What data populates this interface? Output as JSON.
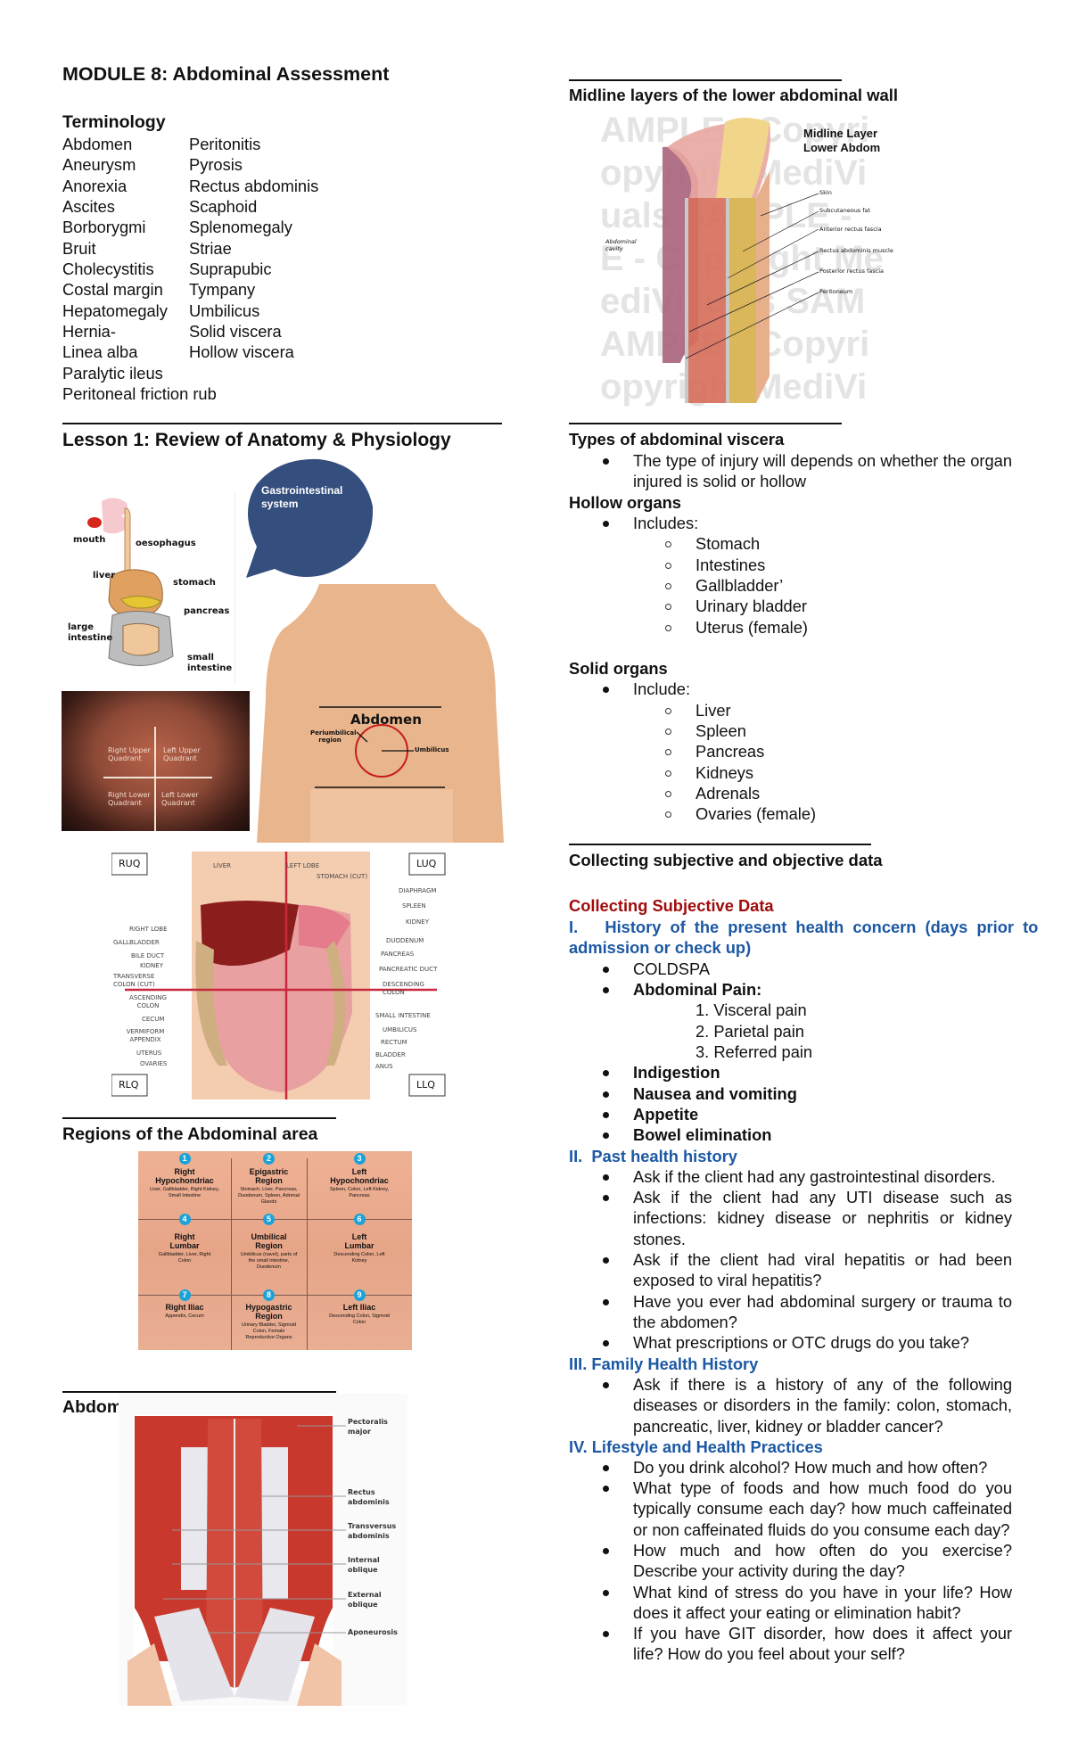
{
  "document": {
    "title": "MODULE 8: Abdominal Assessment",
    "terminology": {
      "heading": "Terminology",
      "col1": [
        "Abdomen",
        "Aneurysm",
        "Anorexia",
        "Ascites",
        "Borborygmi",
        "Bruit",
        "Cholecystitis",
        "Costal margin",
        "Hepatomegaly",
        "Hernia-",
        "Linea alba",
        "Paralytic ileus",
        "Peritoneal friction rub"
      ],
      "col2": [
        "Peritonitis",
        "Pyrosis",
        "Rectus abdominis",
        "Scaphoid",
        "Splenomegaly",
        "Striae",
        "Suprapubic",
        "Tympany",
        "Umbilicus",
        "Solid viscera",
        "Hollow viscera"
      ]
    },
    "lesson1": {
      "heading": "Lesson 1: Review of Anatomy & Physiology",
      "gi_diagram": {
        "labels": [
          "mouth",
          "oesophagus",
          "liver",
          "stomach",
          "pancreas",
          "large intestine",
          "small intestine"
        ]
      },
      "speech_bubble": {
        "line1": "Gastrointestinal",
        "line2": "system",
        "color": "#344e7e"
      },
      "quadrant_photo": {
        "labels": [
          "Right Upper Quadrant",
          "Left Upper Quadrant",
          "Right Lower Quadrant",
          "Left Lower Quadrant"
        ]
      },
      "torso_photo": {
        "title": "Abdomen",
        "region": "Periumbilical region",
        "umbilicus": "Umbilicus"
      },
      "organ_diagram": {
        "corners": [
          "RUQ",
          "LUQ",
          "RLQ",
          "LLQ"
        ],
        "left_labels": [
          "RIGHT LOBE",
          "GALLBLADDER",
          "BILE DUCT",
          "KIDNEY",
          "TRANSVERSE COLON (CUT)",
          "ASCENDING COLON",
          "CECUM",
          "VERMIFORM APPENDIX",
          "UTERUS",
          "OVARIES"
        ],
        "top_labels": [
          "LIVER",
          "LEFT LOBE",
          "STOMACH (CUT)"
        ],
        "right_labels": [
          "DIAPHRAGM",
          "SPLEEN",
          "KIDNEY",
          "DUODENUM",
          "PANCREAS",
          "PANCREATIC DUCT",
          "DESCENDING COLON",
          "SMALL INTESTINE",
          "UMBILICUS",
          "RECTUM",
          "BLADDER",
          "ANUS"
        ]
      }
    },
    "regions": {
      "heading": "Regions of the Abdominal area",
      "accent": "#1aa3d9",
      "items": [
        {
          "n": "1",
          "name1": "Right",
          "name2": "Hypochondriac",
          "desc": "Liver, Gallbladder, Right Kidney, Small Intestine"
        },
        {
          "n": "2",
          "name1": "Epigastric",
          "name2": "Region",
          "desc": "Stomach, Liver, Pancreas, Duodenum, Spleen, Adrenal Glands"
        },
        {
          "n": "3",
          "name1": "Left",
          "name2": "Hypochondriac",
          "desc": "Spleen, Colon, Left Kidney, Pancreas"
        },
        {
          "n": "4",
          "name1": "Right",
          "name2": "Lumbar",
          "desc": "Gallbladder, Liver, Right Colon"
        },
        {
          "n": "5",
          "name1": "Umbilical",
          "name2": "Region",
          "desc": "Umbilicus (navel), parts of the small intestine, Duodenum"
        },
        {
          "n": "6",
          "name1": "Left",
          "name2": "Lumbar",
          "desc": "Descending Colon, Left Kidney"
        },
        {
          "n": "7",
          "name1": "Right Iliac",
          "name2": "",
          "desc": "Appendix, Cecum"
        },
        {
          "n": "8",
          "name1": "Hypogastric",
          "name2": "Region",
          "desc": "Urinary Bladder, Sigmoid Colon, Female Reproductive Organs"
        },
        {
          "n": "9",
          "name1": "Left Iliac",
          "name2": "",
          "desc": "Descending Colon, Sigmoid Colon"
        }
      ]
    },
    "muscles": {
      "heading": "Abdominal wall muscles",
      "labels": [
        "Pectoralis major",
        "Rectus abdominis",
        "Transversus abdominis",
        "Internal oblique",
        "External oblique",
        "Aponeurosis"
      ]
    },
    "midline": {
      "heading": "Midline layers of the lower abdominal wall",
      "figure_title1": "Midline Layer",
      "figure_title2": "Lower Abdom",
      "cavity_label": "Abdominal cavity",
      "labels": [
        "Skin",
        "Subcutaneous fat",
        "Anterior rectus fascia",
        "Rectus abdominis muscle",
        "Posterior rectus fascia",
        "Peritoneum"
      ],
      "watermark": [
        "AMPLE - Copyri",
        "opyright MediVi",
        "uals SAMPLE -",
        "E - Copyright Me",
        "ediVisuals SAM",
        "AMPLE - Copyri",
        "opyright MediVi"
      ]
    },
    "viscera": {
      "heading": "Types of abdominal viscera",
      "intro": "The type of injury will depends on whether the organ injured is solid or hollow",
      "hollow": {
        "heading": "Hollow organs",
        "lead": "Includes:",
        "items": [
          "Stomach",
          "Intestines",
          "Gallbladder’",
          "Urinary bladder",
          "Uterus (female)"
        ]
      },
      "solid": {
        "heading": "Solid organs",
        "lead": "Include:",
        "items": [
          "Liver",
          "Spleen",
          "Pancreas",
          "Kidneys",
          "Adrenals",
          "Ovaries (female)"
        ]
      }
    },
    "collecting": {
      "heading": "Collecting subjective and objective data",
      "subjective_heading": "Collecting Subjective Data",
      "colors": {
        "red": "#a00c0c",
        "blue": "#1c58a3"
      },
      "section1": {
        "line1": "I.   History of the present health concern (days prior to",
        "line2": "admission or check up)",
        "items": [
          "COLDSPA",
          "Abdominal Pain:"
        ],
        "pain_types": [
          "1. Visceral pain",
          "2. Parietal pain",
          "3. Referred pain"
        ],
        "items2": [
          "Indigestion",
          "Nausea and vomiting",
          "Appetite",
          "Bowel elimination"
        ]
      },
      "section2": {
        "heading": "II.  Past health history",
        "items": [
          "Ask if the client had any gastrointestinal disorders.",
          "Ask if the client had any UTI disease such as infections: kidney disease or nephritis or kidney stones.",
          "Ask if the client had viral hepatitis or had been exposed to viral hepatitis?",
          "Have you ever had abdominal surgery or trauma to the abdomen?",
          "What prescriptions or OTC drugs do you take?"
        ]
      },
      "section3": {
        "heading": "III. Family Health History",
        "items": [
          "Ask if there is a history of any of the following diseases or disorders in the family: colon, stomach, pancreatic, liver, kidney or bladder cancer?"
        ]
      },
      "section4": {
        "heading": "IV. Lifestyle and Health Practices",
        "items": [
          "Do you drink alcohol? How much and how often?",
          "What type of foods and how much food do you typically consume each day? how much caffeinated or non caffeinated fluids do you consume each day?",
          "How much and how often do you exercise? Describe your activity during the day?",
          "What kind of stress do you have in your life? How does it affect your eating or elimination habit?",
          "If you have GIT disorder, how does it affect your life? How do you feel about your self?"
        ]
      }
    }
  }
}
